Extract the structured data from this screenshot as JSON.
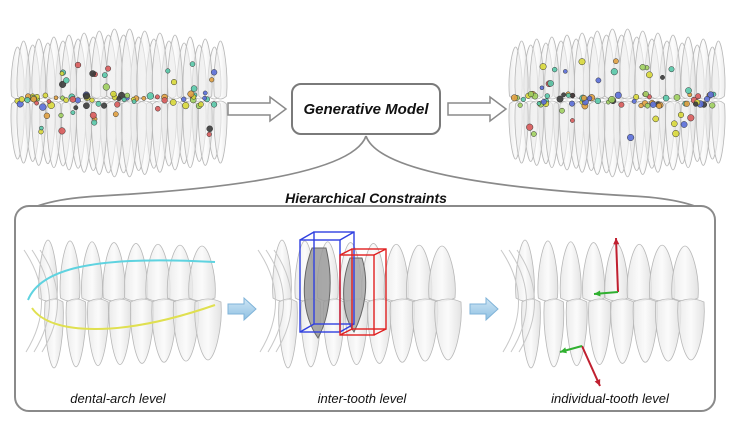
{
  "model": {
    "label": "Generative Model"
  },
  "constraints": {
    "title": "Hierarchical  Constraints",
    "levels": [
      {
        "label": "dental-arch level"
      },
      {
        "label": "inter-tooth level"
      },
      {
        "label": "individual-tooth level"
      }
    ]
  },
  "colors": {
    "arch_cyan": "#5fd3e0",
    "arch_yellow": "#e0e050",
    "box_blue": "#3040e0",
    "box_red": "#e02020",
    "vec_red": "#c02030",
    "vec_green": "#30b030",
    "arrow_blue": "#9cc9e6"
  }
}
